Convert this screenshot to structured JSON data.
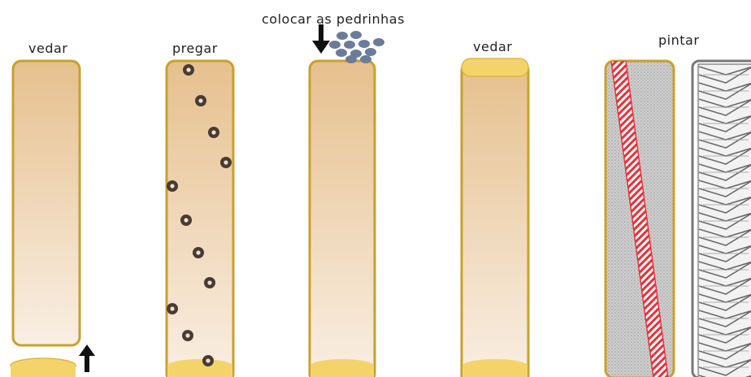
{
  "labels": {
    "step1": "vedar",
    "step2": "pregar",
    "step3": "colocar as pedrinhas",
    "step4": "vedar",
    "step5": "pintar"
  },
  "colors": {
    "tube_top": "#e6c08e",
    "tube_bottom": "#f9efe4",
    "tube_border": "#c8a02e",
    "cap": "#f4d46a",
    "nail": "#4a3b30",
    "pebble": "#6b7c99",
    "stripe": "#e8303a",
    "paint_base": "#c8c8c8"
  },
  "icons": {
    "arrow_up": "arrow-up-icon",
    "arrow_down": "arrow-down-icon"
  }
}
